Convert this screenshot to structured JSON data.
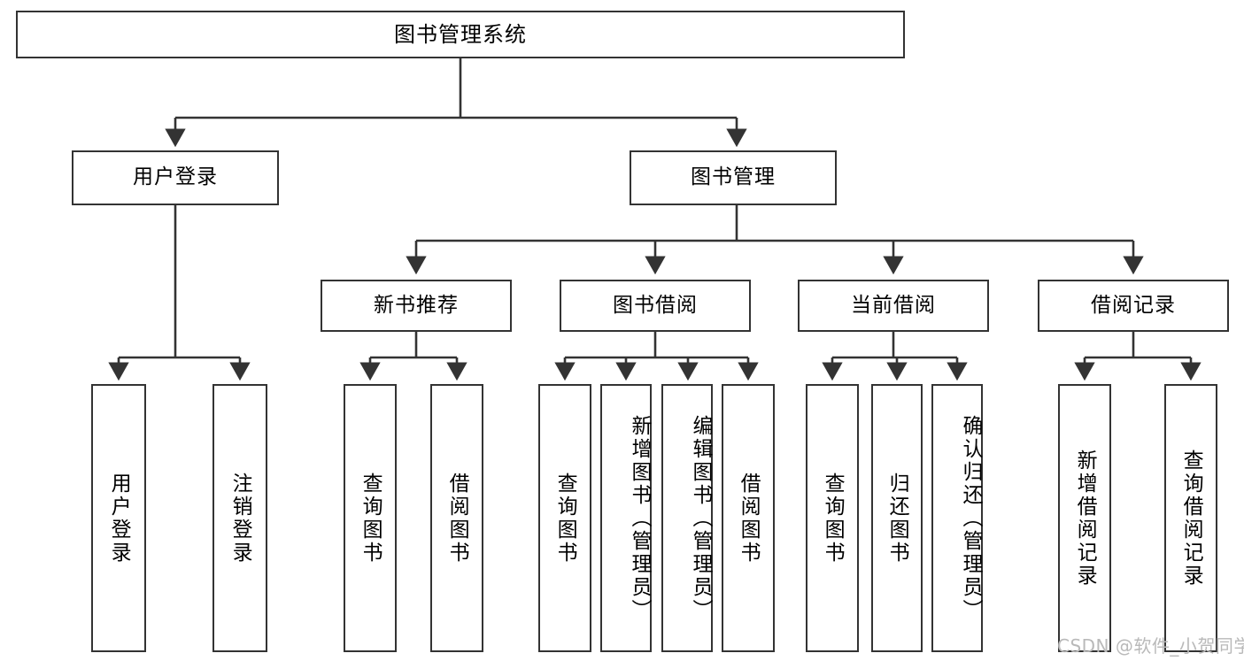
{
  "diagram": {
    "title": "图书管理系统",
    "type": "tree-hierarchy-diagram",
    "watermark": "CSDN @软件_小贺同学",
    "colors": {
      "node_border": "#333333",
      "node_fill": "#ffffff",
      "edge": "#333333",
      "text": "#000000",
      "watermark": "#b9b9b9"
    },
    "levels": {
      "root": {
        "label": "图书管理系统"
      },
      "level2": [
        {
          "label": "用户登录"
        },
        {
          "label": "图书管理"
        }
      ],
      "level3": [
        {
          "label": "新书推荐"
        },
        {
          "label": "图书借阅"
        },
        {
          "label": "当前借阅"
        },
        {
          "label": "借阅记录"
        }
      ],
      "leaves": {
        "user_login": [
          {
            "label": "用户登录"
          },
          {
            "label": "注销登录"
          }
        ],
        "new_book_recommend": [
          {
            "label": "查询图书"
          },
          {
            "label": "借阅图书"
          }
        ],
        "book_borrow": [
          {
            "label": "查询图书"
          },
          {
            "label": "新增图书（管理员）"
          },
          {
            "label": "编辑图书（管理员）"
          },
          {
            "label": "借阅图书"
          }
        ],
        "current_borrow": [
          {
            "label": "查询图书"
          },
          {
            "label": "归还图书"
          },
          {
            "label": "确认归还（管理员）"
          }
        ],
        "borrow_record": [
          {
            "label": "新增借阅记录"
          },
          {
            "label": "查询借阅记录"
          }
        ]
      }
    }
  }
}
